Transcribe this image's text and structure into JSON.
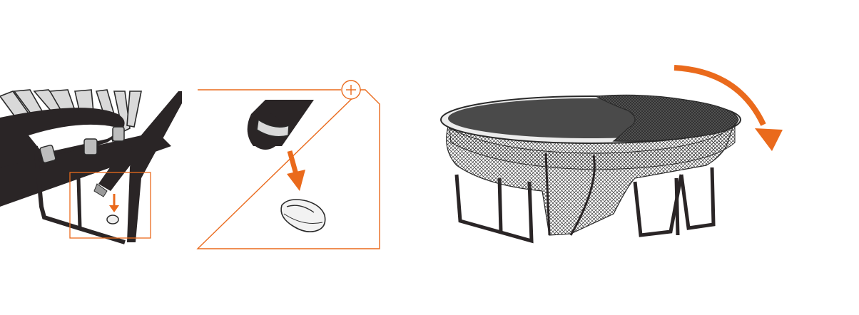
{
  "diagram": {
    "panels": [
      {
        "name": "frame-closeup",
        "description_shown": false
      },
      {
        "name": "zoom-detail",
        "badge_icon": "zoom-plus-icon"
      },
      {
        "name": "trampoline-overview"
      }
    ],
    "colors": {
      "accent": "#ea6a1c",
      "frame": "#2a2526",
      "rod": "#d9d9d9",
      "net": "#4a4a4a",
      "mat": "#4a4a4a",
      "background": "#ffffff"
    },
    "icons": [
      "down-arrow-icon",
      "zoom-plus-icon",
      "rotate-arrow-icon"
    ]
  }
}
